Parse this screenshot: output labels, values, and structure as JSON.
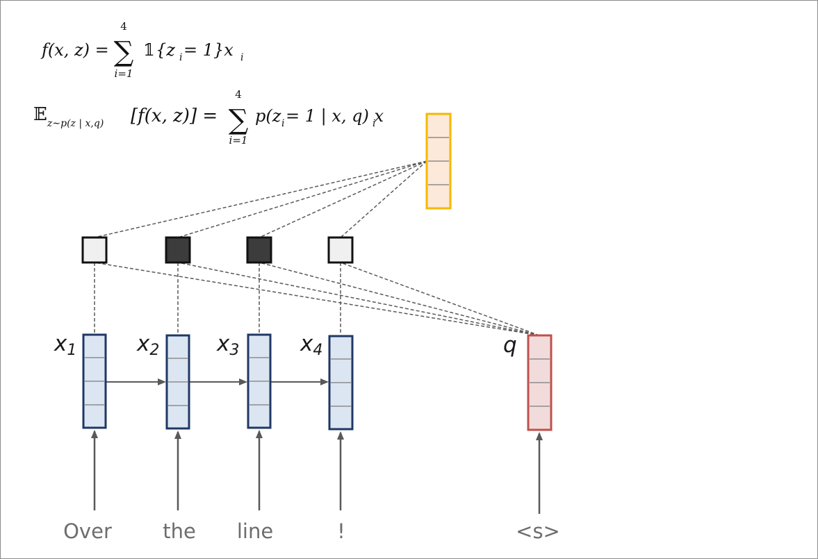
{
  "equations": {
    "eq1": {
      "lhs": "f(x, z) =",
      "sum_upper": "4",
      "sum_lower": "i=1",
      "indicator": "𝟙",
      "term": "{z",
      "term_sub": "i",
      "term_rest": " = 1}x",
      "term_rest_sub": "i"
    },
    "eq2": {
      "expectation": "𝔼",
      "expectation_sub": "z∼p(z | x,q)",
      "lhs": "[f(x, z)] =",
      "sum_upper": "4",
      "sum_lower": "i=1",
      "term": "p(z",
      "term_sub": "i",
      "term_rest": " = 1 | x, q) x",
      "term_rest_sub": "i"
    }
  },
  "inputs": [
    {
      "label": "x",
      "sub": "1",
      "token": "Over"
    },
    {
      "label": "x",
      "sub": "2",
      "token": "the"
    },
    {
      "label": "x",
      "sub": "3",
      "token": "line"
    },
    {
      "label": "x",
      "sub": "4",
      "token": "!"
    }
  ],
  "query": {
    "label": "q",
    "token": "<s>"
  },
  "selectors": [
    {
      "state": "off"
    },
    {
      "state": "on"
    },
    {
      "state": "on"
    },
    {
      "state": "off"
    }
  ],
  "colors": {
    "input_fill": "#dce6f2",
    "input_stroke": "#1f3864",
    "query_fill": "#f2dcdb",
    "query_stroke": "#c0504d",
    "output_fill": "#fde9d9",
    "output_stroke": "#f5b800",
    "selector_off": "#f0f0f0",
    "selector_on": "#3c3c3c",
    "arrow": "#595959",
    "dashed": "#595959"
  }
}
